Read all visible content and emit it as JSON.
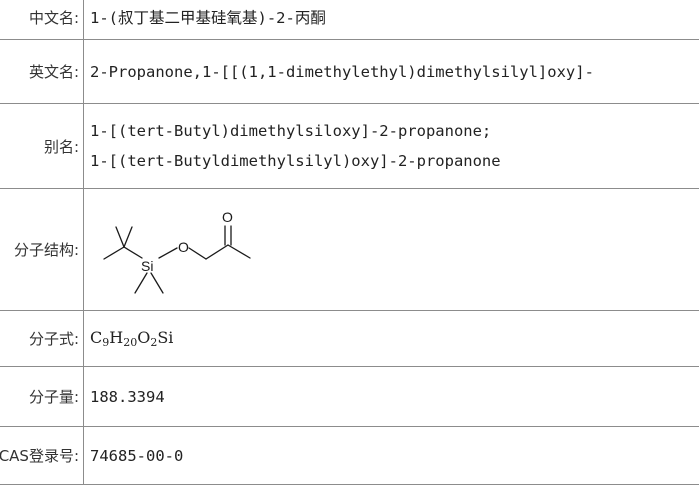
{
  "rows": {
    "cn_name": {
      "label": "中文名:",
      "value": "1-(叔丁基二甲基硅氧基)-2-丙酮"
    },
    "en_name": {
      "label": "英文名:",
      "value": "2-Propanone,1-[[(1,1-dimethylethyl)dimethylsilyl]oxy]-"
    },
    "alias": {
      "label": "别名:",
      "values": [
        "1-[(tert-Butyl)dimethylsiloxy]-2-propanone;",
        "1-[(tert-Butyldimethylsilyl)oxy]-2-propanone"
      ]
    },
    "structure": {
      "label": "分子结构:",
      "atoms": {
        "oxygen_carbonyl": "O",
        "silicon": "Si",
        "oxygen_ether": "O"
      }
    },
    "formula": {
      "label": "分子式:",
      "parts": [
        "C",
        "9",
        "H",
        "20",
        "O",
        "2",
        "Si"
      ]
    },
    "weight": {
      "label": "分子量:",
      "value": "188.3394"
    },
    "cas": {
      "label": "CAS登录号:",
      "value": "74685-00-0"
    }
  }
}
